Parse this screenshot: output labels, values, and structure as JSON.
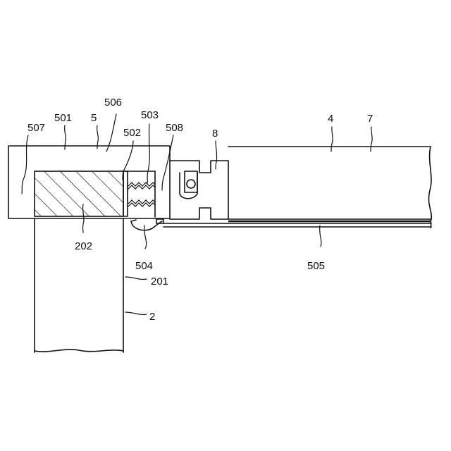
{
  "labels": {
    "l507": "507",
    "l501": "501",
    "l5": "5",
    "l506": "506",
    "l503": "503",
    "l502": "502",
    "l508": "508",
    "l8": "8",
    "l4": "4",
    "l7": "7",
    "l202": "202",
    "l504": "504",
    "l505": "505",
    "l201": "201",
    "l2": "2"
  }
}
